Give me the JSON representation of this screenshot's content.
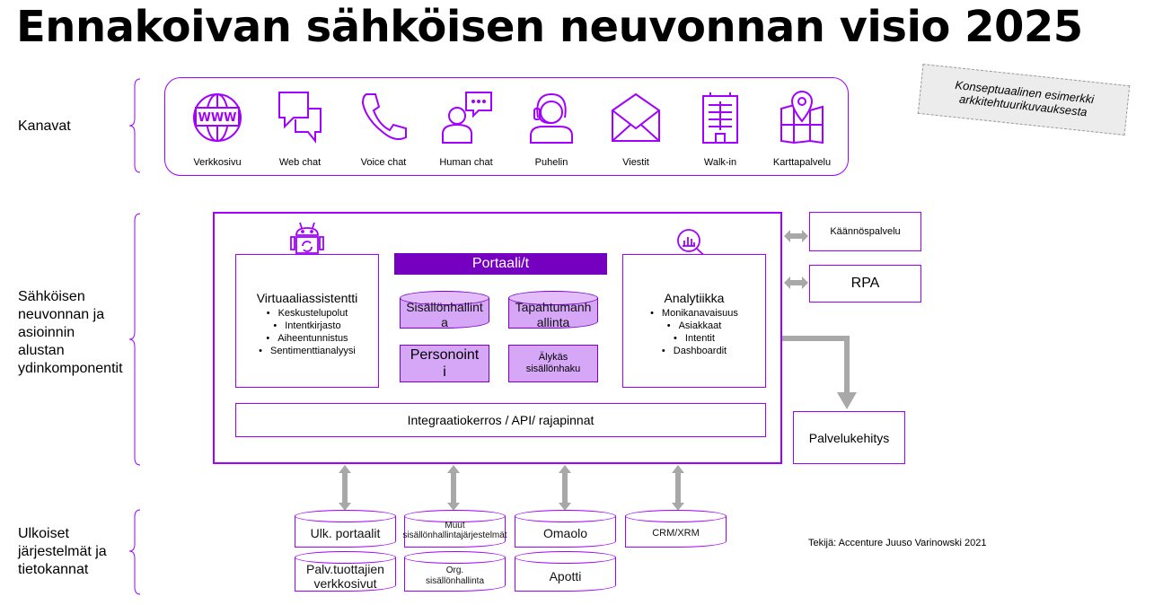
{
  "title": "Ennakoivan sähköisen neuvonnan visio 2025",
  "note": {
    "line1": "Konseptuaalinen esimerkki",
    "line2": "arkkitehtuurikuvauksesta"
  },
  "sections": {
    "channels": "Kanavat",
    "core": "Sähköisen neuvonnan ja asioinnin alustan ydinkomponentit",
    "external": "Ulkoiset järjestelmät ja tietokannat"
  },
  "channels": [
    {
      "label": "Verkkosivu",
      "icon": "www-icon"
    },
    {
      "label": "Web chat",
      "icon": "chat-bubbles-icon"
    },
    {
      "label": "Voice chat",
      "icon": "phone-icon"
    },
    {
      "label": "Human chat",
      "icon": "person-chat-icon"
    },
    {
      "label": "Puhelin",
      "icon": "headset-agent-icon"
    },
    {
      "label": "Viestit",
      "icon": "envelope-icon"
    },
    {
      "label": "Walk-in",
      "icon": "building-icon"
    },
    {
      "label": "Karttapalvelu",
      "icon": "map-pin-icon"
    }
  ],
  "core": {
    "virtual_assistant": {
      "title": "Virtuaaliassistentti",
      "items": [
        "Keskustelupolut",
        "Intentkirjasto",
        "Aiheentunnistus",
        "Sentimenttianalyysi"
      ]
    },
    "portal": "Portaali/t",
    "content_mgmt": "Sisällönhallinta",
    "event_mgmt": "Tapahtumanhallinta",
    "personalization": "Personointi",
    "smart_search": "Älykäs sisällönhaku",
    "analytics": {
      "title": "Analytiikka",
      "items": [
        "Monikanavaisuus",
        "Asiakkaat",
        "Intentit",
        "Dashboardit"
      ]
    },
    "integration": "Integraatiokerros / API/ rajapinnat"
  },
  "side_services": {
    "translation": "Käännöspalvelu",
    "rpa": "RPA",
    "service_dev": "Palvelukehitys"
  },
  "external": {
    "ext_portals": "Ulk. portaalit",
    "other_cms": "Muut sisällönhallintajärjestelmät",
    "omaolo": "Omaolo",
    "crm": "CRM/XRM",
    "provider_sites": "Palv.tuottajien verkkosivut",
    "org_cms": "Org. sisällönhallinta",
    "apotti": "Apotti"
  },
  "author": "Tekijä: Accenture Juuso Varinowski 2021",
  "colors": {
    "accent": "#a100ff",
    "portal_bar": "#7500c0",
    "component_fill": "#d6a6f7",
    "arrow": "#a8a8a8"
  }
}
